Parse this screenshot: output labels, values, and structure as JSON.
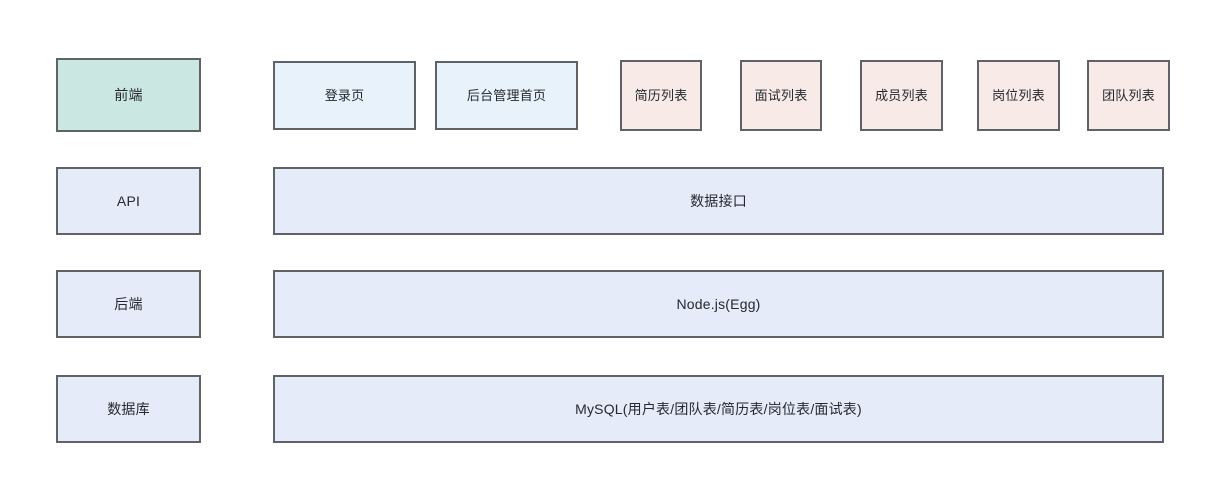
{
  "diagram": {
    "title": "",
    "colors": {
      "green_fill": "#cbe7e1",
      "blue_fill": "#e7f2fa",
      "pink_fill": "#f7eae7",
      "lavender_fill": "#e5ebf8",
      "border": "#5f6368",
      "text": "#24292e",
      "background": "#ffffff"
    },
    "rows": [
      {
        "layer_label": "前端",
        "layer_style": "green",
        "nodes": [
          {
            "label": "登录页",
            "style": "blue"
          },
          {
            "label": "后台管理首页",
            "style": "blue"
          },
          {
            "label": "简历列表",
            "style": "pink"
          },
          {
            "label": "面试列表",
            "style": "pink"
          },
          {
            "label": "成员列表",
            "style": "pink"
          },
          {
            "label": "岗位列表",
            "style": "pink"
          },
          {
            "label": "团队列表",
            "style": "pink"
          }
        ]
      },
      {
        "layer_label": "API",
        "layer_style": "lavender",
        "bar_label": "数据接口"
      },
      {
        "layer_label": "后端",
        "layer_style": "lavender",
        "bar_label": "Node.js(Egg)"
      },
      {
        "layer_label": "数据库",
        "layer_style": "lavender",
        "bar_label": "MySQL(用户表/团队表/简历表/岗位表/面试表)"
      }
    ]
  }
}
